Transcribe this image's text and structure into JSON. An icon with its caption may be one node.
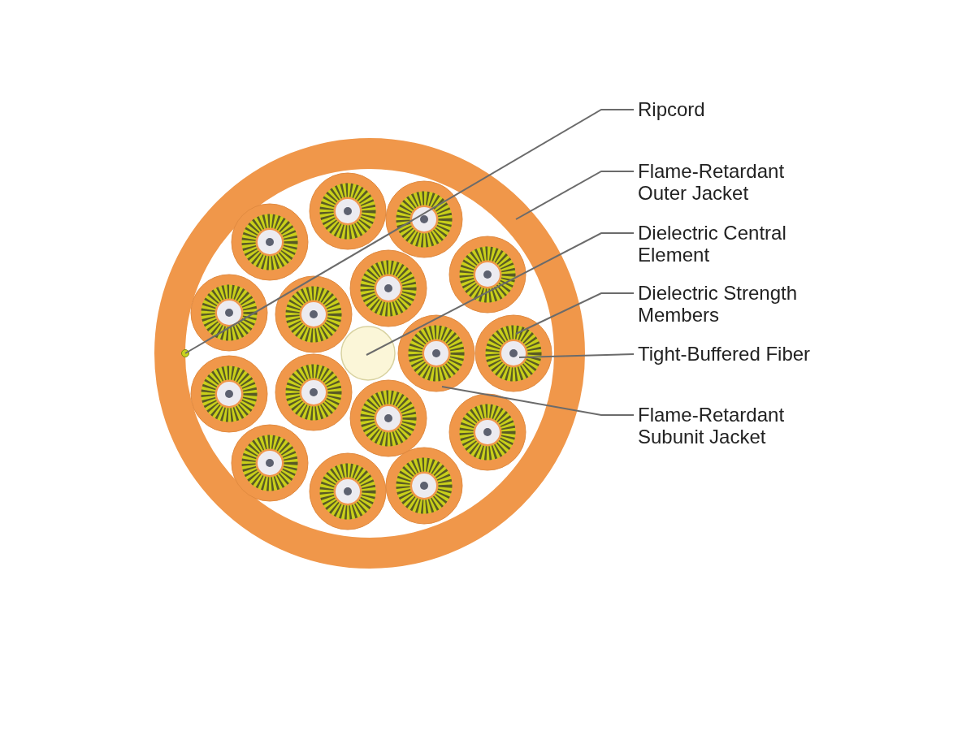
{
  "diagram": {
    "nodes": [
      {
        "text": [
          "Ripcord"
        ]
      },
      {
        "text": [],
        "shape": "circle",
        "in": 3
      },
      {
        "text": [
          "Flame-Retardant Outer Jacket"
        ]
      },
      {
        "text": [],
        "shape": "circle"
      },
      {
        "text": [
          "Dielectric Central Element"
        ]
      },
      {
        "text": [],
        "shape": "circle",
        "in": 3
      },
      {
        "text": [
          "Dielectric Strength Members"
        ]
      },
      {
        "text": [],
        "shape": "circle",
        "in": 3
      },
      {
        "text": [],
        "shape": "circle",
        "in": 7
      },
      {
        "text": [
          "Tight-Buffered Fiber"
        ]
      },
      {
        "text": [],
        "shape": "circle",
        "in": 8
      },
      {
        "text": [
          "Flame-Retardant Subunit Jacket"
        ]
      },
      {
        "text": [],
        "shape": "circle",
        "in": 3
      }
    ],
    "edges": [
      {
        "from": 0,
        "to": 1,
        "arrow": "none"
      },
      {
        "from": 2,
        "to": 3,
        "arrow": "none"
      },
      {
        "from": 4,
        "to": 5,
        "arrow": "none"
      },
      {
        "from": 6,
        "to": 8,
        "arrow": "none"
      },
      {
        "from": 9,
        "to": 10,
        "arrow": "none"
      },
      {
        "from": 11,
        "to": 12,
        "arrow": "none"
      }
    ]
  }
}
